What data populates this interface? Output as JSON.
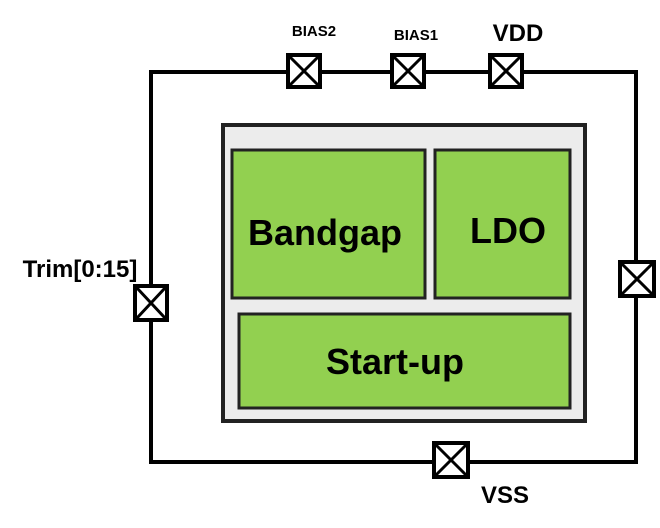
{
  "diagram": {
    "blocks": {
      "bandgap": "Bandgap",
      "ldo": "LDO",
      "startup": "Start-up"
    },
    "pins": {
      "bias2": "BIAS2",
      "bias1": "BIAS1",
      "vdd": "VDD",
      "trim": "Trim[0:15]",
      "vss": "VSS"
    },
    "colors": {
      "block_fill": "#92d050",
      "core_fill": "#ececec",
      "line": "#000000"
    }
  }
}
